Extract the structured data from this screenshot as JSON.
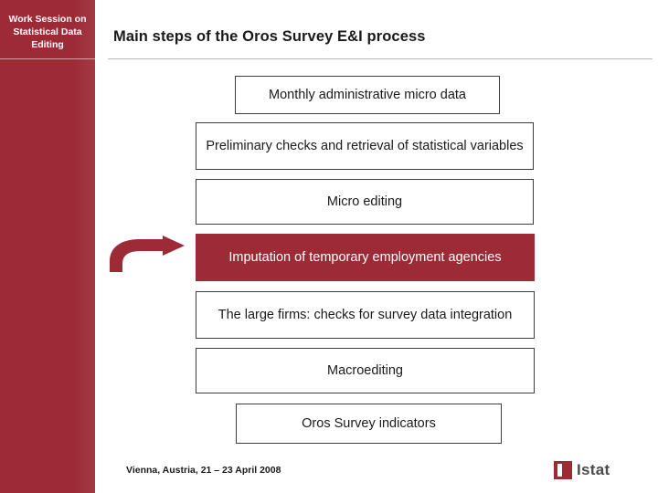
{
  "slide": {
    "session_label": "Work Session on Statistical Data Editing",
    "title": "Main steps of the Oros Survey E&I process",
    "footer": "Vienna, Austria, 21 – 23 April  2008",
    "accent_color": "#9c2b36",
    "boxes": [
      {
        "text": "Monthly administrative micro data",
        "highlighted": false
      },
      {
        "text": "Preliminary checks and retrieval of statistical variables",
        "highlighted": false
      },
      {
        "text": "Micro editing",
        "highlighted": false
      },
      {
        "text": "Imputation of temporary employment agencies",
        "highlighted": true
      },
      {
        "text": "The large firms: checks for survey data integration",
        "highlighted": false
      },
      {
        "text": "Macroediting",
        "highlighted": false
      },
      {
        "text": "Oros Survey indicators",
        "highlighted": false
      }
    ],
    "logo": {
      "text": "Istat"
    }
  }
}
